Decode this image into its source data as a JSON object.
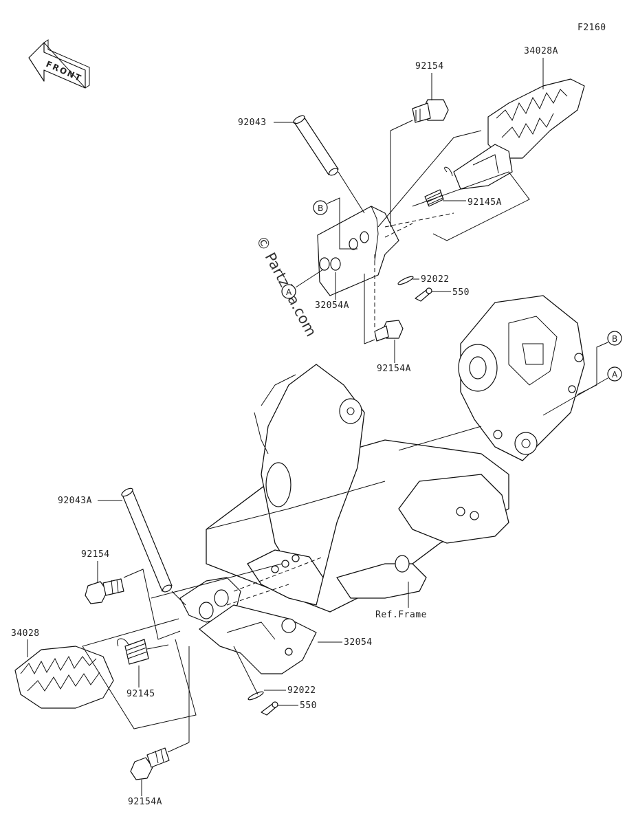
{
  "figure_code": "F2160",
  "front_label": "FRONT",
  "watermark": "© Partzilla.com",
  "ref_frame": "Ref.Frame",
  "labels": {
    "p34028A": "34028A",
    "p92154_top": "92154",
    "p92043": "92043",
    "p92145A": "92145A",
    "p92022_top": "92022",
    "p550_top": "550",
    "p32054A": "32054A",
    "p92154A_top": "92154A",
    "p92043A": "92043A",
    "p92154_bottom": "92154",
    "p34028": "34028",
    "p92145": "92145",
    "p32054": "32054",
    "p92022_bottom": "92022",
    "p550_bottom": "550",
    "p92154A_bottom": "92154A"
  },
  "markers": {
    "a_left": "A",
    "b_left": "B",
    "a_right": "A",
    "b_right": "B"
  }
}
